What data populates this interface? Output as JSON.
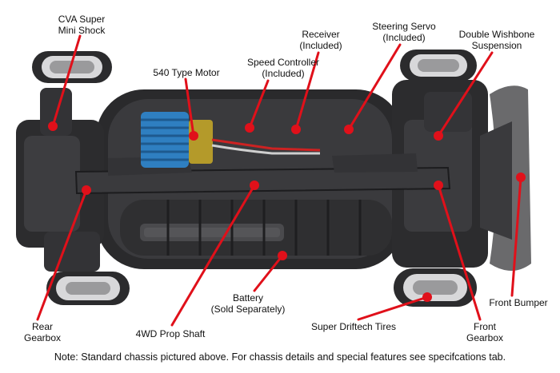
{
  "colors": {
    "callout": "#e0101a",
    "chassis_dark": "#2a2a2c",
    "motor_blue": "#2f7fc1",
    "bumper_gray": "#6a6a6c",
    "text": "#111111"
  },
  "labels": {
    "cva_shock": {
      "line1": "CVA Super",
      "line2": "Mini Shock"
    },
    "motor": {
      "line1": "540 Type Motor"
    },
    "speed_controller": {
      "line1": "Speed Controller",
      "line2": "(Included)"
    },
    "receiver": {
      "line1": "Receiver",
      "line2": "(Included)"
    },
    "steering_servo": {
      "line1": "Steering Servo",
      "line2": "(Included)"
    },
    "suspension": {
      "line1": "Double Wishbone",
      "line2": "Suspension"
    },
    "rear_gearbox": {
      "line1": "Rear",
      "line2": "Gearbox"
    },
    "prop_shaft": {
      "line1": "4WD Prop Shaft"
    },
    "battery": {
      "line1": "Battery",
      "line2": "(Sold Separately)"
    },
    "tires": {
      "line1": "Super Driftech Tires"
    },
    "front_gearbox": {
      "line1": "Front",
      "line2": "Gearbox"
    },
    "front_bumper": {
      "line1": "Front Bumper"
    }
  },
  "note": "Note: Standard chassis pictured above. For chassis details and special features see specifcations tab."
}
